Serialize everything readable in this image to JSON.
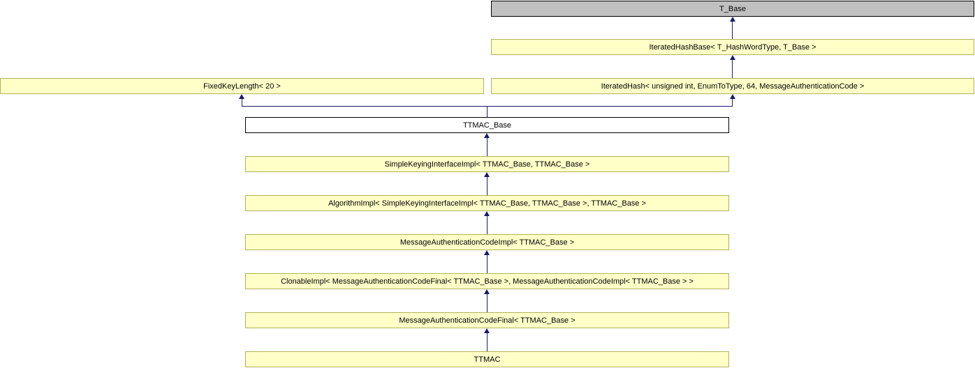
{
  "diagram": {
    "type": "class-inheritance-graph",
    "subject_class": "TTMAC",
    "colors": {
      "background": "#ffffff",
      "node_fill": "#ffffc8",
      "node_border": "#b1b15a",
      "grey_node_fill": "#c0c0c0",
      "grey_node_border": "#000000",
      "current_node_fill": "#ffffff",
      "current_node_border": "#000000",
      "edge": "#191970",
      "text": "#000000"
    },
    "nodes": [
      {
        "id": "t-base",
        "label": "T_Base",
        "style": "grey"
      },
      {
        "id": "iterated-hash-base",
        "label": "IteratedHashBase< T_HashWordType, T_Base >",
        "style": "yellow"
      },
      {
        "id": "fixed-key-length",
        "label": "FixedKeyLength< 20 >",
        "style": "yellow"
      },
      {
        "id": "iterated-hash",
        "label": "IteratedHash< unsigned int, EnumToType, 64, MessageAuthenticationCode >",
        "style": "yellow"
      },
      {
        "id": "ttmac-base",
        "label": "TTMAC_Base",
        "style": "current"
      },
      {
        "id": "simple-keying-interface-impl",
        "label": "SimpleKeyingInterfaceImpl< TTMAC_Base, TTMAC_Base >",
        "style": "yellow"
      },
      {
        "id": "algorithm-impl",
        "label": "AlgorithmImpl< SimpleKeyingInterfaceImpl< TTMAC_Base, TTMAC_Base >, TTMAC_Base >",
        "style": "yellow"
      },
      {
        "id": "message-authentication-code-impl",
        "label": "MessageAuthenticationCodeImpl< TTMAC_Base >",
        "style": "yellow"
      },
      {
        "id": "clonable-impl",
        "label": "ClonableImpl< MessageAuthenticationCodeFinal< TTMAC_Base >, MessageAuthenticationCodeImpl< TTMAC_Base > >",
        "style": "yellow"
      },
      {
        "id": "message-authentication-code-final",
        "label": "MessageAuthenticationCodeFinal< TTMAC_Base >",
        "style": "yellow"
      },
      {
        "id": "ttmac",
        "label": "TTMAC",
        "style": "yellow"
      }
    ],
    "edges": [
      {
        "from": "iterated-hash-base",
        "to": "t-base"
      },
      {
        "from": "iterated-hash",
        "to": "iterated-hash-base"
      },
      {
        "from": "ttmac-base",
        "to": "fixed-key-length"
      },
      {
        "from": "ttmac-base",
        "to": "iterated-hash"
      },
      {
        "from": "simple-keying-interface-impl",
        "to": "ttmac-base"
      },
      {
        "from": "algorithm-impl",
        "to": "simple-keying-interface-impl"
      },
      {
        "from": "message-authentication-code-impl",
        "to": "algorithm-impl"
      },
      {
        "from": "clonable-impl",
        "to": "message-authentication-code-impl"
      },
      {
        "from": "message-authentication-code-final",
        "to": "clonable-impl"
      },
      {
        "from": "ttmac",
        "to": "message-authentication-code-final"
      }
    ]
  }
}
